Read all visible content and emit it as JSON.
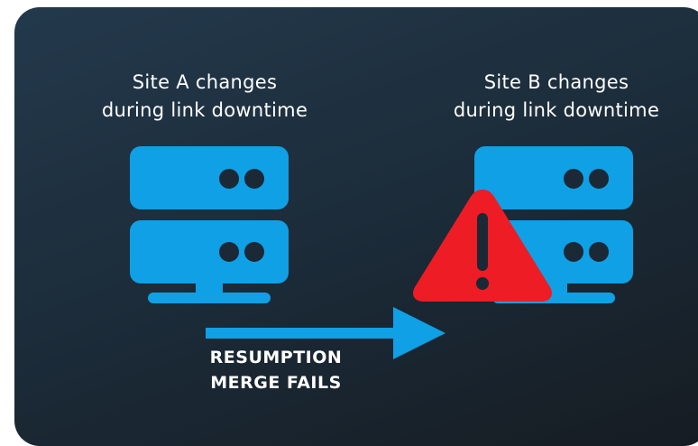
{
  "site_a": {
    "label": "Site A changes\nduring link downtime"
  },
  "site_b": {
    "label": "Site B changes\nduring link downtime"
  },
  "caption": {
    "line1": "RESUMPTION",
    "line2": "MERGE FAILS"
  },
  "colors": {
    "server": "#0fa0e6",
    "server_dots": "#1b2836",
    "warning_fill": "#ee1c25",
    "warning_mark": "#1b2836",
    "arrow": "#0fa0e6",
    "text": "#ffffff"
  },
  "icons": {
    "server": "server-stack-icon",
    "warning": "warning-triangle-icon",
    "arrow": "arrow-right-icon"
  }
}
